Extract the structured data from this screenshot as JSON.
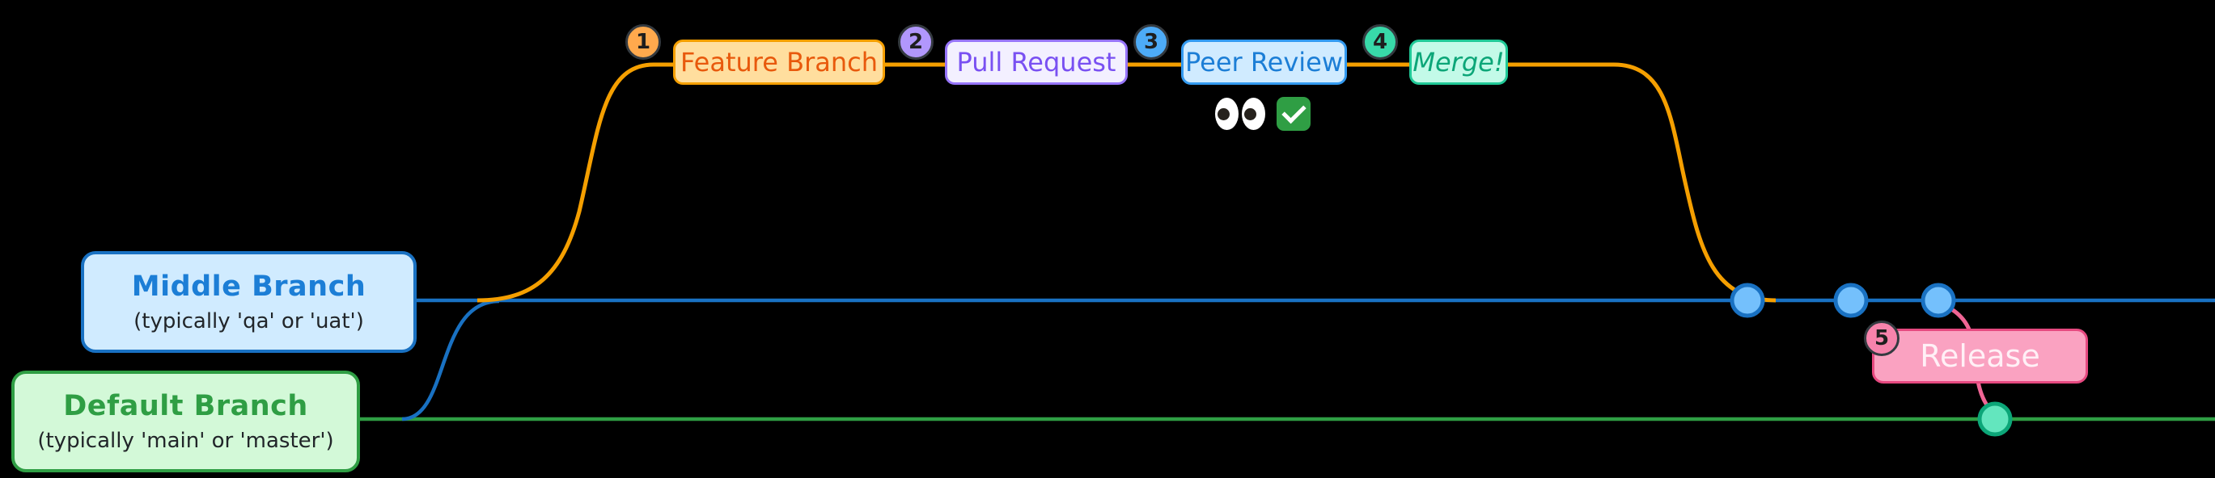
{
  "steps": [
    {
      "number": "1",
      "label": "Feature Branch"
    },
    {
      "number": "2",
      "label": "Pull Request"
    },
    {
      "number": "3",
      "label": "Peer Review"
    },
    {
      "number": "4",
      "label": "Merge!"
    },
    {
      "number": "5",
      "label": "Release"
    }
  ],
  "branches": {
    "middle": {
      "title": "Middle Branch",
      "subtitle": "(typically 'qa' or 'uat')"
    },
    "default": {
      "title": "Default Branch",
      "subtitle": "(typically 'main' or 'master')"
    }
  },
  "peer_review_icons": {
    "eyes_icon": "👀",
    "check_icon": "✅"
  },
  "colors": {
    "background": "#000000",
    "feature_branch_line": "#F59F00",
    "middle_branch_line": "#1971C2",
    "default_branch_line": "#2F9E44",
    "release_line": "#F06595",
    "commit_dot_fill": "#74C0FC",
    "release_dot_fill": "#63E6BE",
    "badge_1": "#FFA94D",
    "badge_2": "#B197FC",
    "badge_3": "#4DABF7",
    "badge_4": "#38D9A9",
    "badge_5": "#F783AC"
  }
}
